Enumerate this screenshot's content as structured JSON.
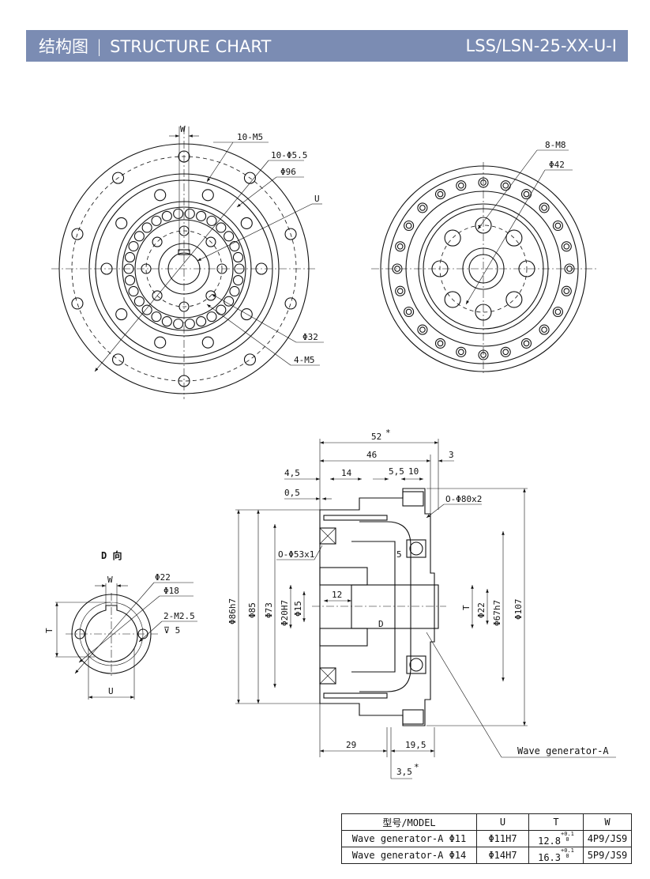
{
  "header": {
    "title_cn": "结构图",
    "separator": "|",
    "title_en": "STRUCTURE CHART",
    "model": "LSS/LSN-25-XX-U-I",
    "background_color": "#7b8cb3"
  },
  "front_view": {
    "w": "W",
    "holes_m5": "10-M5",
    "holes_55": "10-Φ5.5",
    "d96": "Φ96",
    "u": "U",
    "d32": "Φ32",
    "holes_4m5": "4-M5"
  },
  "rear_view": {
    "holes_m8": "8-M8",
    "d42": "Φ42"
  },
  "section_view": {
    "d52": "52",
    "star": "*",
    "d46": "46",
    "d3": "3",
    "d45": "4,5",
    "d14": "14",
    "d55": "5,5",
    "d10": "10",
    "d05": "0,5",
    "oring80": "O-Φ80x2",
    "oring53": "O-Φ53x1",
    "d5": "5",
    "d86": "Φ86h7",
    "d85": "Φ85",
    "d73": "Φ73",
    "d20": "Φ20H7",
    "d15": "Φ15",
    "d12": "12",
    "t": "T",
    "d22": "Φ22",
    "d67": "Φ67h7",
    "d107": "Φ107",
    "view_d": "D",
    "d29": "29",
    "d195": "19,5",
    "d35": "3,5",
    "wave_generator": "Wave generator-A"
  },
  "d_view": {
    "title": "D 向",
    "w": "W",
    "d22": "Φ22",
    "d18": "Φ18",
    "thread": "2-M2.5",
    "depth": "⊽ 5",
    "t": "T",
    "u": "U"
  },
  "spec_table": {
    "headers": [
      "型号/MODEL",
      "U",
      "T",
      "W"
    ],
    "rows": [
      {
        "model": "Wave generator-A Φ11",
        "u": "Φ11H7",
        "t": "12.8",
        "t_tol_upper": "+0.1",
        "t_tol_lower": "0",
        "w": "4P9/JS9"
      },
      {
        "model": "Wave generator-A Φ14",
        "u": "Φ14H7",
        "t": "16.3",
        "t_tol_upper": "+0.1",
        "t_tol_lower": "0",
        "w": "5P9/JS9"
      }
    ]
  }
}
